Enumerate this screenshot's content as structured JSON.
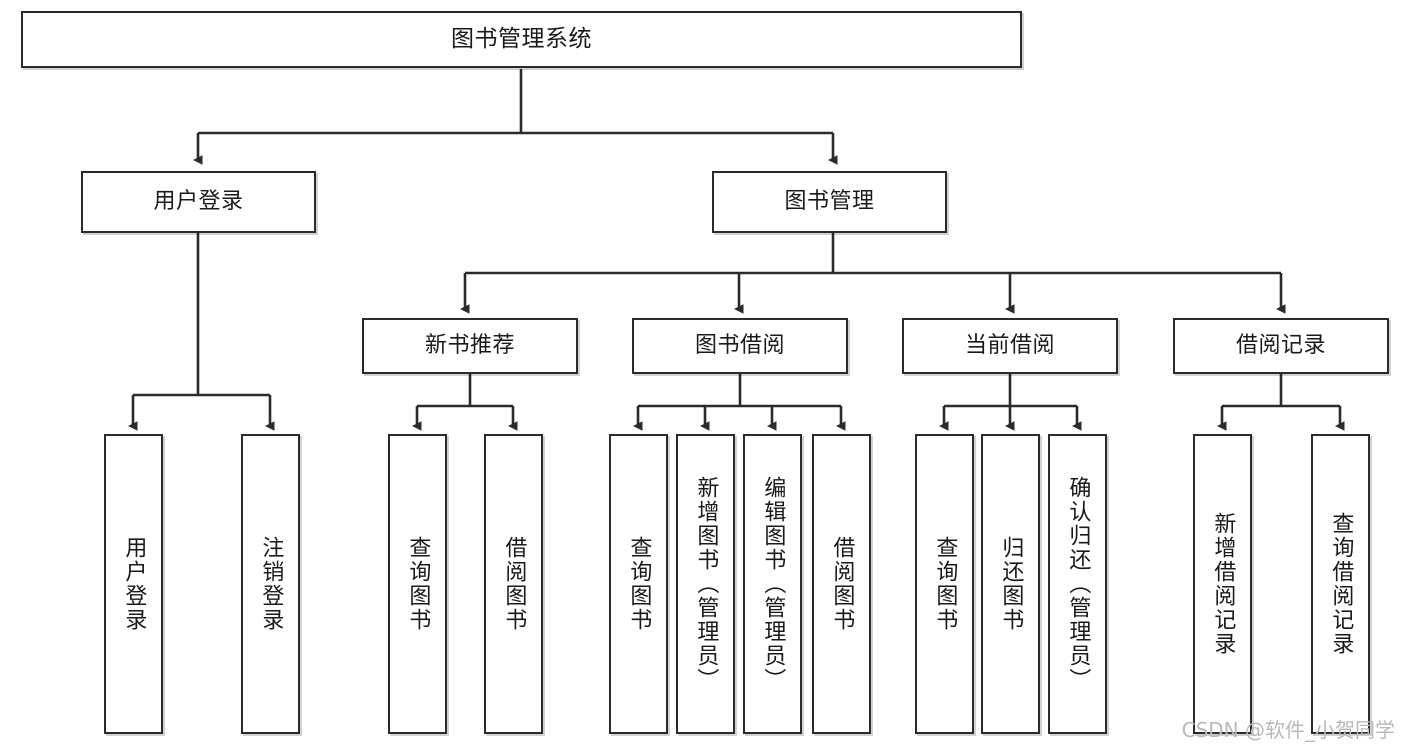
{
  "diagram": {
    "type": "tree-hierarchy-chart",
    "title": "图书管理系统",
    "stroke_color": "#2b2b2b",
    "background_color": "#ffffff",
    "watermark": "CSDN @软件_小贺同学",
    "levels": {
      "root": {
        "label": "图书管理系统"
      },
      "level2": [
        {
          "label": "用户登录"
        },
        {
          "label": "图书管理"
        }
      ],
      "level3": [
        {
          "label": "新书推荐"
        },
        {
          "label": "图书借阅"
        },
        {
          "label": "当前借阅"
        },
        {
          "label": "借阅记录"
        }
      ],
      "leaves": [
        {
          "label": "用户登录",
          "parent": "用户登录"
        },
        {
          "label": "注销登录",
          "parent": "用户登录"
        },
        {
          "label": "查询图书",
          "parent": "新书推荐"
        },
        {
          "label": "借阅图书",
          "parent": "新书推荐"
        },
        {
          "label": "查询图书",
          "parent": "图书借阅"
        },
        {
          "label": "新增图书（管理员）",
          "parent": "图书借阅"
        },
        {
          "label": "编辑图书（管理员）",
          "parent": "图书借阅"
        },
        {
          "label": "借阅图书",
          "parent": "图书借阅"
        },
        {
          "label": "查询图书",
          "parent": "当前借阅"
        },
        {
          "label": "归还图书",
          "parent": "当前借阅"
        },
        {
          "label": "确认归还（管理员）",
          "parent": "当前借阅"
        },
        {
          "label": "新增借阅记录",
          "parent": "借阅记录"
        },
        {
          "label": "查询借阅记录",
          "parent": "借阅记录"
        }
      ]
    }
  }
}
